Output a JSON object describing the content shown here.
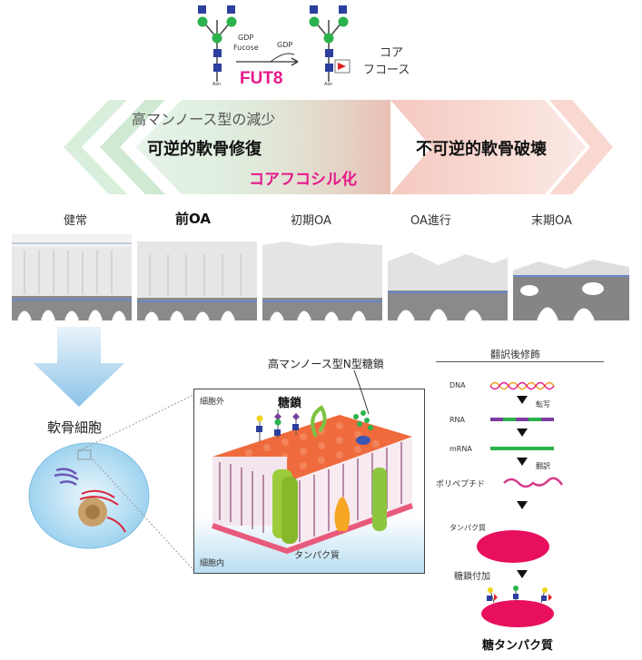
{
  "reaction": {
    "substrate1": "GDP",
    "substrate2": "Fucose",
    "product": "GDP",
    "enzyme": "FUT8",
    "asn_label": "Asn",
    "result_line1": "コア",
    "result_line2": "フコース"
  },
  "banner": {
    "high_mannose_decrease": "高マンノース型の減少",
    "reversible_repair": "可逆的軟骨修復",
    "irreversible_destruction": "不可逆的軟骨破壊",
    "core_fucosylation": "コアフコシル化"
  },
  "stages": [
    "健常",
    "前OA",
    "初期OA",
    "OA進行",
    "末期OA"
  ],
  "chondrocyte_label": "軟骨細胞",
  "membrane": {
    "n_glycan_label": "高マンノース型N型糖鎖",
    "glycan_label": "糖鎖",
    "extracellular": "細胞外",
    "intracellular": "細胞内",
    "protein": "タンパク質"
  },
  "ptm": {
    "title": "翻訳後修飾",
    "dna": "DNA",
    "rna": "RNA",
    "mrna": "mRNA",
    "polypeptide": "ポリペプチド",
    "protein": "タンパク質",
    "transcription": "転写",
    "translation": "翻訳",
    "glycosylation": "糖鎖付加",
    "glycoprotein": "糖タンパク質"
  },
  "colors": {
    "fut8": "#e6178c",
    "core_fucosylation": "#e6178c",
    "green_arrow": "#9fd5a6",
    "red_arrow": "#f2b8ad",
    "protein_pink": "#e8105e"
  }
}
